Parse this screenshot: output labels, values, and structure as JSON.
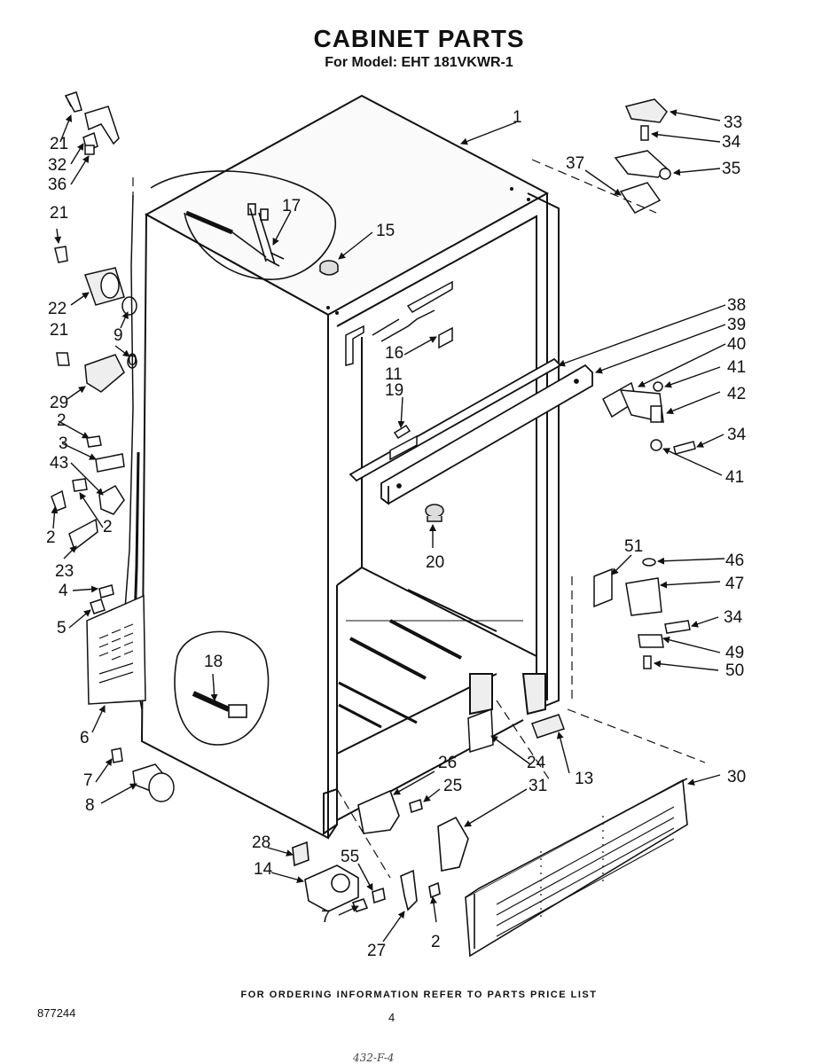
{
  "header": {
    "title": "CABINET PARTS",
    "subtitle": "For Model: EHT 181VKWR-1"
  },
  "footer": {
    "ordering_note": "FOR ORDERING INFORMATION REFER TO PARTS PRICE LIST",
    "document_number": "877244",
    "page_number": "4",
    "handwritten_note": "432-F-4"
  },
  "callouts": [
    "1",
    "2",
    "2",
    "2",
    "2",
    "3",
    "4",
    "5",
    "6",
    "7",
    "7",
    "8",
    "9",
    "11",
    "13",
    "14",
    "15",
    "16",
    "17",
    "18",
    "19",
    "20",
    "21",
    "21",
    "21",
    "22",
    "23",
    "24",
    "25",
    "26",
    "27",
    "28",
    "29",
    "30",
    "31",
    "32",
    "33",
    "34",
    "34",
    "34",
    "35",
    "36",
    "37",
    "38",
    "39",
    "40",
    "41",
    "41",
    "42",
    "43",
    "46",
    "47",
    "49",
    "50",
    "51",
    "55",
    "0"
  ]
}
